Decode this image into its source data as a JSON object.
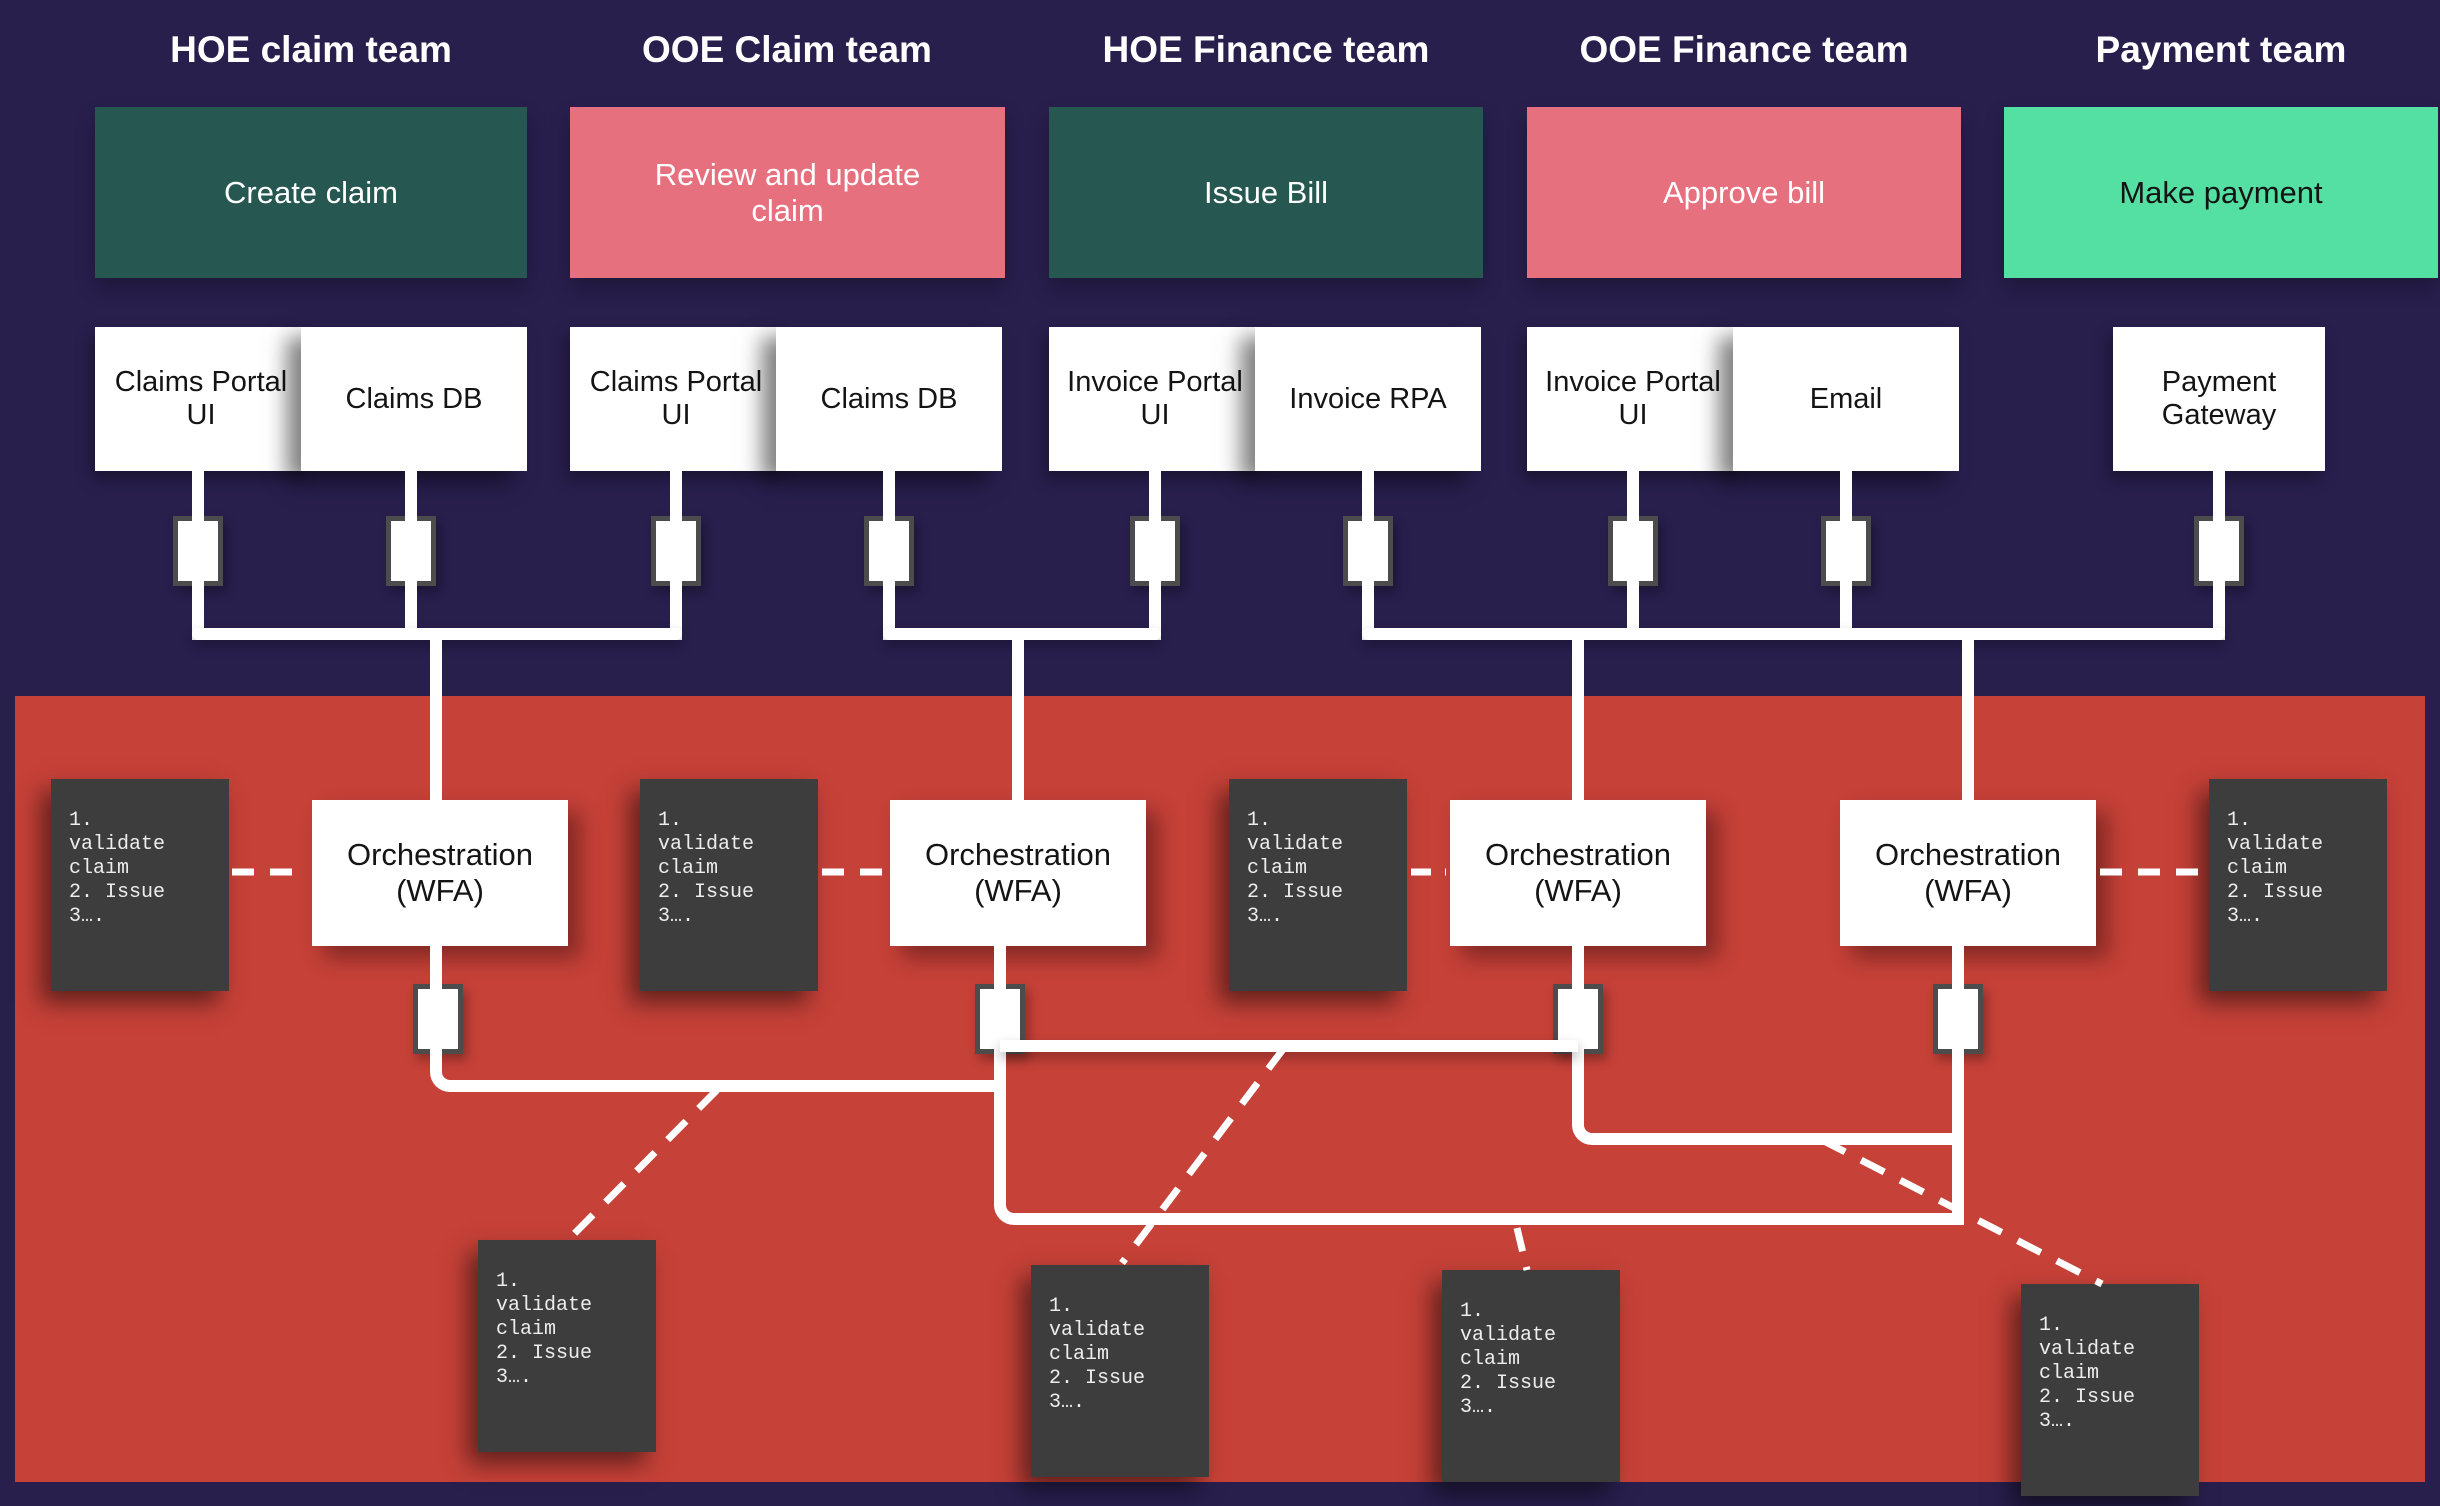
{
  "title": "Cross-team claims and payment workflow with orchestration (WFA) layer",
  "colors": {
    "background_navy": "#281F4D",
    "orchestration_zone_red": "#C64138",
    "task_teal": "#265751",
    "task_pink": "#E7707F",
    "task_mint": "#55E0A3",
    "note_gray": "#3E3D3D",
    "port_border_gray": "#4C4C4C",
    "line_white": "#FFFFFF"
  },
  "teams": [
    {
      "name": "HOE claim team",
      "task": "Create claim",
      "systems": [
        "Claims Portal UI",
        "Claims DB"
      ]
    },
    {
      "name": "OOE Claim team",
      "task": "Review and update claim",
      "systems": [
        "Claims Portal UI",
        "Claims DB"
      ]
    },
    {
      "name": "HOE Finance team",
      "task": "Issue Bill",
      "systems": [
        "Invoice Portal UI",
        "Invoice RPA"
      ]
    },
    {
      "name": "OOE Finance team",
      "task": "Approve bill",
      "systems": [
        "Invoice Portal UI",
        "Email"
      ]
    },
    {
      "name": "Payment team",
      "task": "Make payment",
      "systems": [
        "Payment Gateway"
      ]
    }
  ],
  "orchestrator": {
    "label": "Orchestration\n(WFA)",
    "count": 4
  },
  "note": {
    "text": "1.\nvalidate\nclaim\n2. Issue\n3…."
  }
}
